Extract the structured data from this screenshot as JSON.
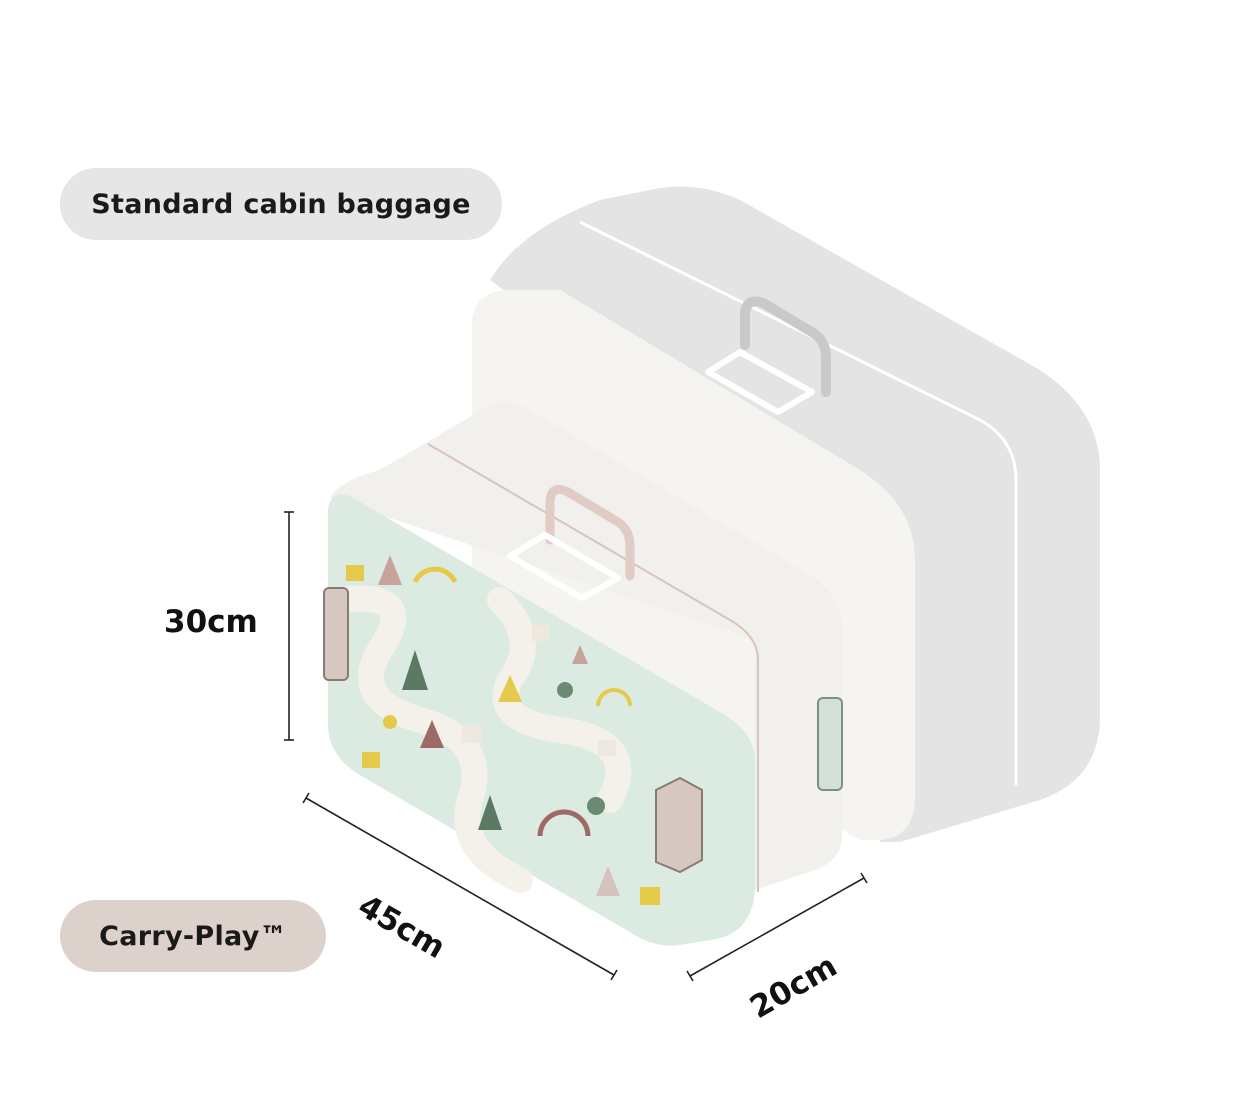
{
  "labels": {
    "standard": "Standard cabin baggage",
    "carry_play": "Carry-Play™"
  },
  "dimensions": {
    "height": "30cm",
    "width": "45cm",
    "depth": "20cm"
  },
  "colors": {
    "standard_pill": "#e6e6e6",
    "carry_pill": "#dcd1cb",
    "big_case_side": "#e3e3e3",
    "big_case_front": "#f5f4f0",
    "small_case_front": "#dcebe2",
    "small_case_side": "#f4f2ee",
    "handle_big": "#c9c9c9",
    "handle_small": "#d6c4bc"
  }
}
